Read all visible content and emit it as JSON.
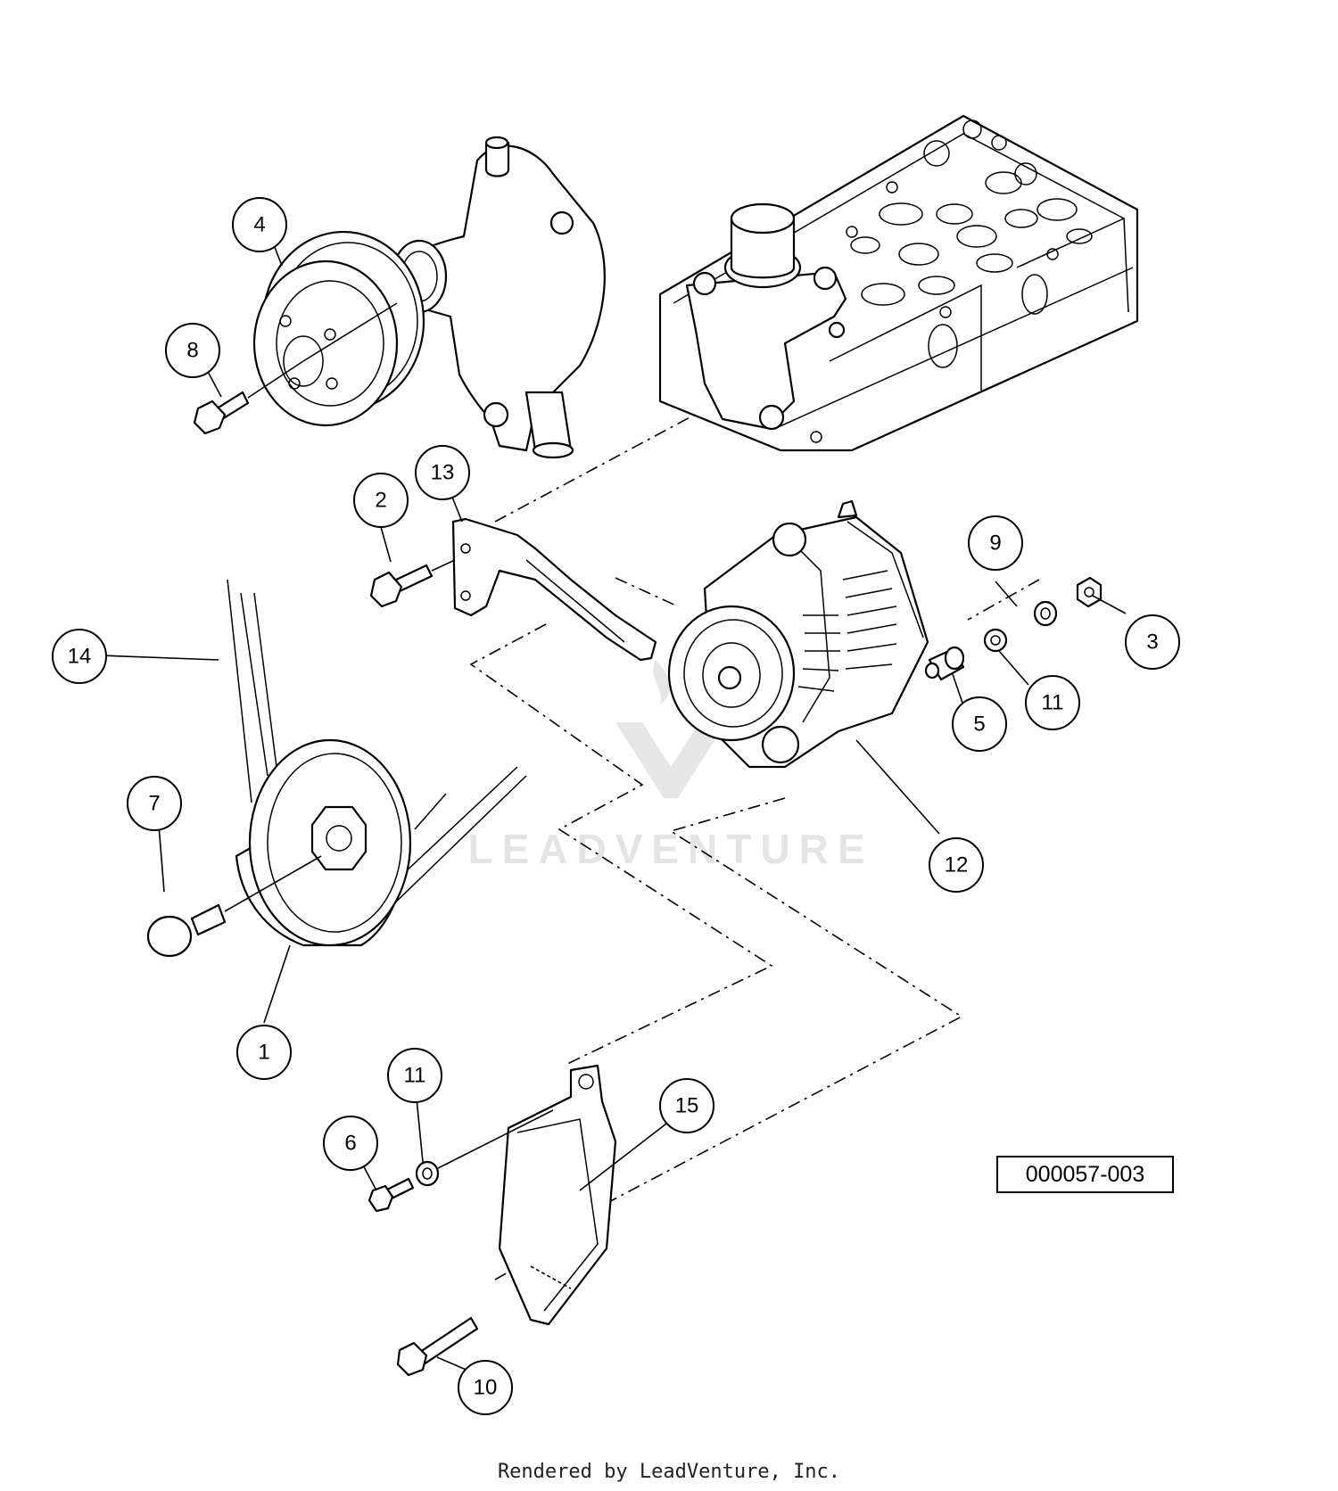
{
  "callouts": [
    {
      "label": "1"
    },
    {
      "label": "2"
    },
    {
      "label": "3"
    },
    {
      "label": "4"
    },
    {
      "label": "5"
    },
    {
      "label": "6"
    },
    {
      "label": "7"
    },
    {
      "label": "8"
    },
    {
      "label": "9"
    },
    {
      "label": "10"
    },
    {
      "label": "11"
    },
    {
      "label": "11"
    },
    {
      "label": "12"
    },
    {
      "label": "13"
    },
    {
      "label": "14"
    },
    {
      "label": "15"
    }
  ],
  "reference_number": "000057-003",
  "watermark": "LEADVENTURE",
  "footer": "Rendered by LeadVenture, Inc."
}
